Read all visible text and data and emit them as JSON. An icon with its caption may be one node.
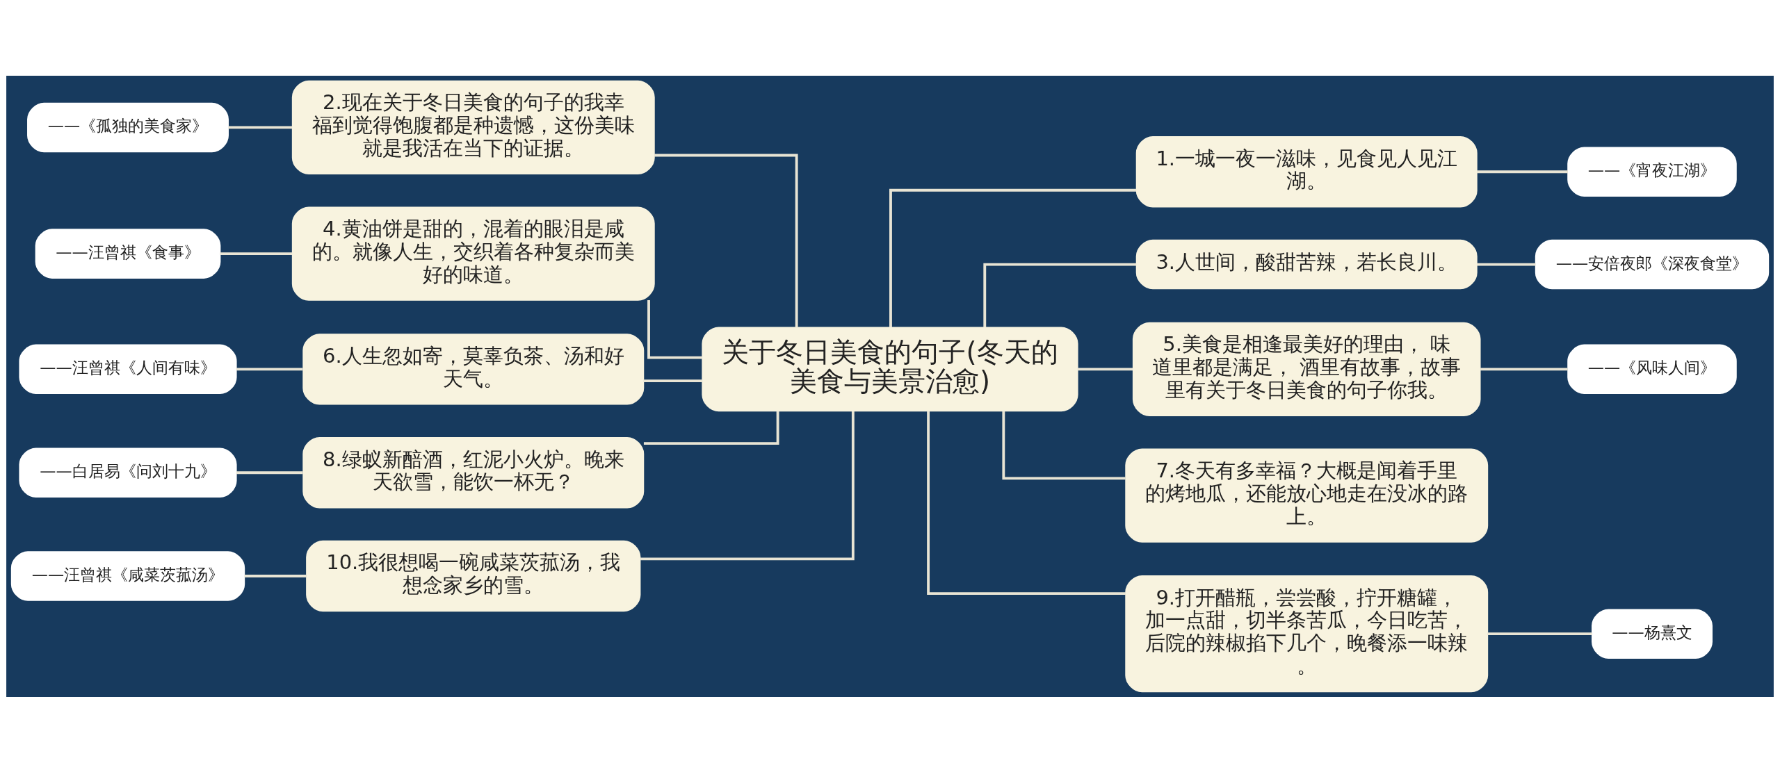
{
  "diagram": {
    "nodes": [
      {
        "text": [
          "关于冬日美食的句子(冬天的美食与美景治愈)"
        ]
      },
      {
        "text": [
          "1.一城一夜一滋味，见食见人见江湖。"
        ]
      },
      {
        "text": [
          "——《宵夜江湖》"
        ]
      },
      {
        "text": [
          "2.现在关于冬日美食的句子的我幸福到觉得饱腹都是种遗憾，这份美味就是我活在当下的证据。"
        ]
      },
      {
        "text": [
          "——《孤独的美食家》"
        ]
      },
      {
        "text": [
          "3.人世间，酸甜苦辣，若长良川。"
        ]
      },
      {
        "text": [
          "——安倍夜郎《深夜食堂》"
        ]
      },
      {
        "text": [
          "4.黄油饼是甜的，混着的眼泪是咸的。就像人生，交织着各种复杂而美好的味道。"
        ]
      },
      {
        "text": [
          "——汪曾祺《食事》"
        ]
      },
      {
        "text": [
          "5.美食是相逢最美好的理由， 味道里都是满足， 酒里有故事，故事里有关于冬日美食的句子你我。"
        ]
      },
      {
        "text": [
          "——《风味人间》"
        ]
      },
      {
        "text": [
          "6.人生忽如寄，莫辜负茶、汤和好天气。"
        ]
      },
      {
        "text": [
          "——汪曾祺《人间有味》"
        ]
      },
      {
        "text": [
          "7.冬天有多幸福？大概是闻着手里的烤地瓜，还能放心地走在没冰的路上。"
        ]
      },
      {
        "text": [
          "8.绿蚁新醅酒，红泥小火炉。晚来天欲雪，能饮一杯无？"
        ]
      },
      {
        "text": [
          "——白居易《问刘十九》"
        ]
      },
      {
        "text": [
          "9.打开醋瓶，尝尝酸，拧开糖罐，加一点甜，切半条苦瓜，今日吃苦，后院的辣椒掐下几个，晚餐添一味辣。"
        ]
      },
      {
        "text": [
          "——杨熹文"
        ]
      },
      {
        "text": [
          "10.我很想喝一碗咸菜茨菰汤，我想念家乡的雪。"
        ]
      },
      {
        "text": [
          "——汪曾祺《咸菜茨菰汤》"
        ]
      }
    ],
    "edges": [
      {
        "from": 0,
        "to": 1,
        "arrow": "none"
      },
      {
        "from": 1,
        "to": 2,
        "arrow": "none"
      },
      {
        "from": 3,
        "to": 0,
        "arrow": "none"
      },
      {
        "from": 4,
        "to": 3,
        "arrow": "none"
      },
      {
        "from": 0,
        "to": 5,
        "arrow": "none"
      },
      {
        "from": 5,
        "to": 6,
        "arrow": "none"
      },
      {
        "from": 7,
        "to": 0,
        "arrow": "none"
      },
      {
        "from": 8,
        "to": 7,
        "arrow": "none"
      },
      {
        "from": 0,
        "to": 9,
        "arrow": "none"
      },
      {
        "from": 9,
        "to": 10,
        "arrow": "none"
      },
      {
        "from": 11,
        "to": 0,
        "arrow": "none"
      },
      {
        "from": 12,
        "to": 11,
        "arrow": "none"
      },
      {
        "from": 0,
        "to": 13,
        "arrow": "none"
      },
      {
        "from": 14,
        "to": 0,
        "arrow": "none"
      },
      {
        "from": 15,
        "to": 14,
        "arrow": "none"
      },
      {
        "from": 0,
        "to": 16,
        "arrow": "none"
      },
      {
        "from": 16,
        "to": 17,
        "arrow": "none"
      },
      {
        "from": 18,
        "to": 0,
        "arrow": "none"
      },
      {
        "from": 19,
        "to": 18,
        "arrow": "none"
      }
    ]
  }
}
